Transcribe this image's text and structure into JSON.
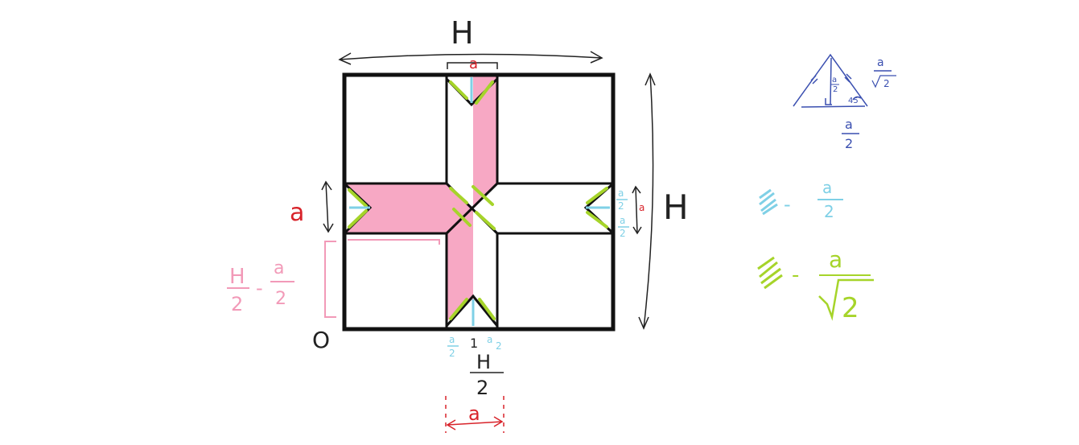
{
  "colors": {
    "outline": "#111111",
    "pink_fill": "#f7a8c4",
    "pink_ink": "#f29ab8",
    "green_ink": "#a6d42a",
    "cyan_ink": "#7fd0e6",
    "red_ink": "#d8232a",
    "blue_ink": "#3a4fb0",
    "black_ink": "#222222"
  },
  "labels": {
    "top_width": "H",
    "right_height": "H",
    "origin": "O",
    "left_a": "a",
    "top_a": "a",
    "bottom_a": "a",
    "center_bottom_num": "H",
    "center_bottom_den": "2",
    "pink_num_H": "H",
    "pink_den_2": "2",
    "pink_minus": "-",
    "pink_num_a": "a",
    "pink_den_2b": "2",
    "bottom_small_left_num": "a",
    "bottom_small_left_den": "2",
    "bottom_small_right_num": "a",
    "bottom_small_right_den": "2",
    "bottom_tick": "1",
    "right_small_top_num": "a",
    "right_small_top_den": "2",
    "right_small_bot_num": "a",
    "right_small_bot_den": "2",
    "right_red_a": "a"
  },
  "legend": {
    "cyan_minus": "-",
    "cyan_num": "a",
    "cyan_den": "2",
    "green_minus": "-",
    "green_num": "a",
    "green_den": "2"
  },
  "triangle_note": {
    "hyp_num": "a",
    "hyp_den": "2",
    "inner_num": "a",
    "inner_den": "2",
    "angle": "45",
    "base_num": "a",
    "base_den": "2"
  }
}
